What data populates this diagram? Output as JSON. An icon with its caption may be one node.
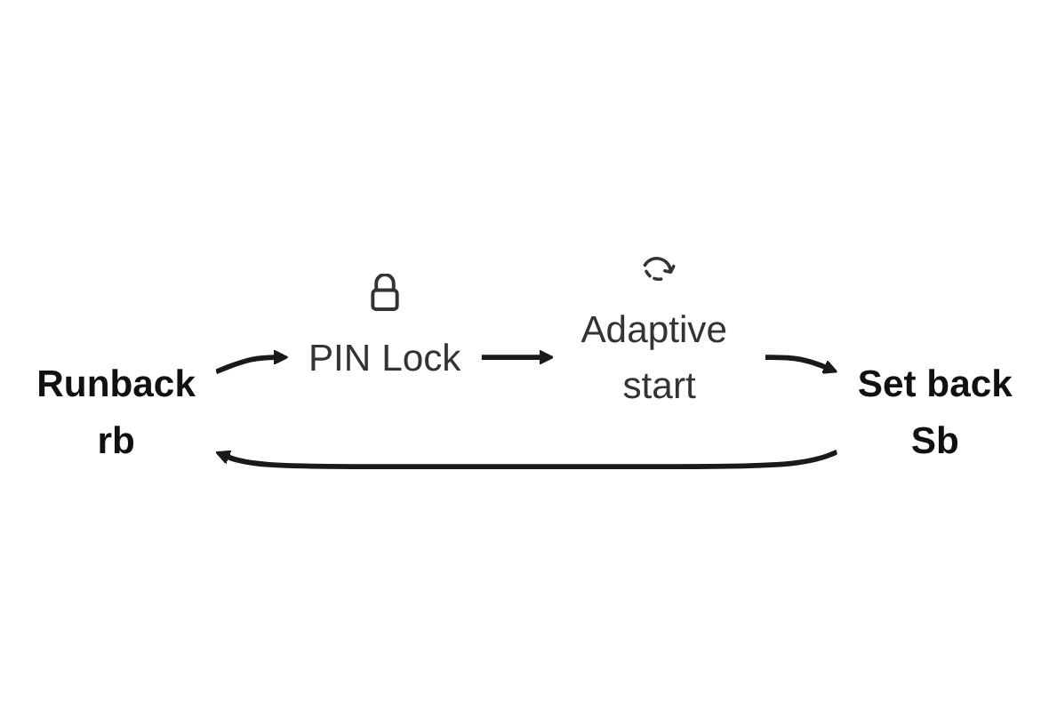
{
  "diagram": {
    "nodes": [
      {
        "text": [
          "Runback",
          "rb"
        ]
      },
      {
        "text": [
          "PIN Lock"
        ]
      },
      {
        "text": [
          "Adaptive start"
        ]
      },
      {
        "text": [
          "Set back",
          "Sb"
        ]
      }
    ],
    "edges": [
      {
        "from": 0,
        "to": 1,
        "arrow": "to"
      },
      {
        "from": 1,
        "to": 2,
        "arrow": "to"
      },
      {
        "from": 2,
        "to": 3,
        "arrow": "to"
      },
      {
        "from": 3,
        "to": 0,
        "arrow": "to"
      }
    ]
  }
}
